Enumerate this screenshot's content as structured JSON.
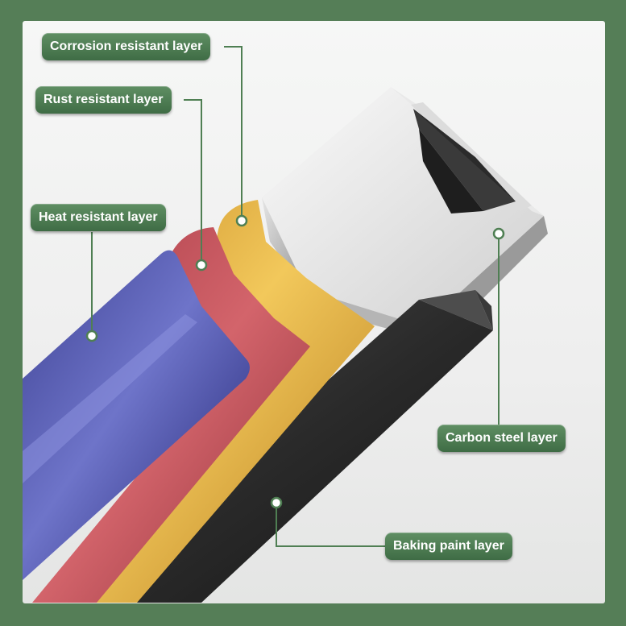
{
  "labels": {
    "corrosion": "Corrosion resistant layer",
    "rust": "Rust resistant layer",
    "heat": "Heat resistant layer",
    "carbon": "Carbon steel layer",
    "baking": "Baking paint layer"
  },
  "colors": {
    "frame": "#557e57",
    "label_bg": "#4a7a4f",
    "heat_layer": "#4b4f9e",
    "rust_layer": "#b9474f",
    "corrosion_layer": "#d9a23a",
    "baking_layer": "#2a2a2a",
    "carbon_layer": "#c9c9c9"
  }
}
